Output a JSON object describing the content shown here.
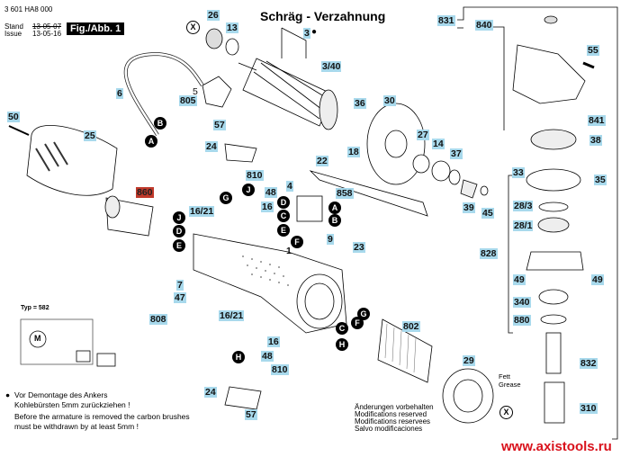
{
  "header": {
    "part_number": "3 601 HA8 000",
    "stand_label": "Stand",
    "issue_label": "Issue",
    "stand_date": "13-05-07",
    "issue_date": "13-05-16",
    "figure": "Fig./Abb. 1"
  },
  "title": "Schräg - Verzahnung",
  "labels": {
    "l26": "26",
    "l13": "13",
    "l3": "3",
    "l3_40": "3/40",
    "l5": "5",
    "l805": "805",
    "l6": "6",
    "l50": "50",
    "l25": "25",
    "l860": "860",
    "l57a": "57",
    "l24a": "24",
    "l810a": "810",
    "l48a": "48",
    "l16a": "16/21",
    "l16b": "16",
    "l4": "4",
    "l858": "858",
    "l22": "22",
    "l18": "18",
    "l36": "36",
    "l30": "30",
    "l27": "27",
    "l14": "14",
    "l37": "37",
    "l39": "39",
    "l45": "45",
    "l1": "1",
    "l9": "9",
    "l23": "23",
    "l7": "7",
    "l47": "47",
    "l808": "808",
    "l16c": "16/21",
    "l16d": "16",
    "l48b": "48",
    "l810b": "810",
    "l24b": "24",
    "l57b": "57",
    "l802": "802",
    "l29": "29",
    "l831": "831",
    "l840": "840",
    "l55": "55",
    "l841": "841",
    "l38": "38",
    "l33": "33",
    "l35": "35",
    "l28_3": "28/3",
    "l28_1": "28/1",
    "l828": "828",
    "l49a": "49",
    "l49b": "49",
    "l340": "340",
    "l880": "880",
    "l832": "832",
    "l310": "310"
  },
  "markers": {
    "A": "A",
    "B": "B",
    "C": "C",
    "D": "D",
    "E": "E",
    "F": "F",
    "G": "G",
    "H": "H",
    "J": "J",
    "X": "X"
  },
  "wiring": {
    "type_label": "Typ = 582",
    "motor": "M"
  },
  "notes": {
    "de_line1": "Vor Demontage des Ankers",
    "de_line2": "Kohlebürsten 5mm zurückziehen !",
    "en_line1": "Before the armature is removed the carbon brushes",
    "en_line2": "must be withdrawn by at least 5mm !",
    "grease_de": "Fett",
    "grease_en": "Grease",
    "mod_de": "Änderungen vorbehalten",
    "mod_en": "Modifications reserved",
    "mod_fr": "Modifications reservees",
    "mod_es": "Salvo modificaciones"
  },
  "watermark": "www.axistools.ru",
  "colors": {
    "label_bg": "#a8d9ec",
    "highlight_label_bg": "#c0392b",
    "watermark": "#d9121c"
  }
}
